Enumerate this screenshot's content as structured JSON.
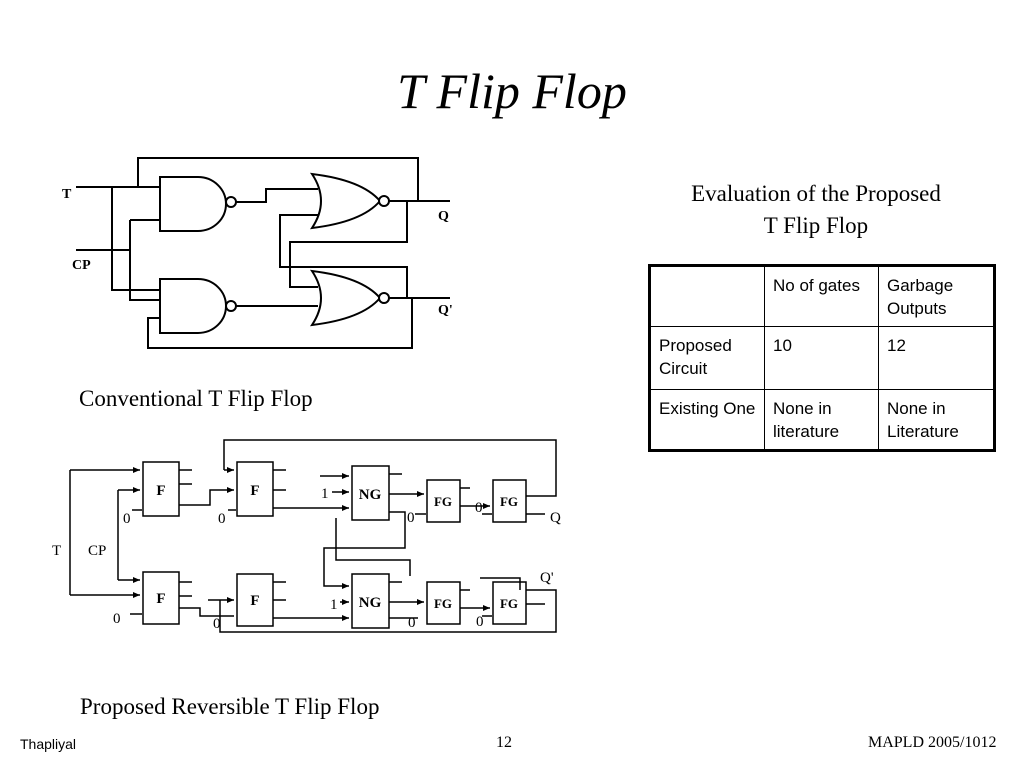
{
  "slide": {
    "title": "T  Flip Flop",
    "conventional_caption": "Conventional T Flip Flop",
    "proposed_caption": "Proposed Reversible T  Flip Flop",
    "evaluation_title_line1": "Evaluation of the Proposed",
    "evaluation_title_line2": "T  Flip Flop",
    "footer_left": "Thapliyal",
    "footer_center": "12",
    "footer_right": "MAPLD 2005/1012"
  },
  "table": {
    "headers": [
      "",
      "No of gates",
      "Garbage Outputs"
    ],
    "rows": [
      [
        "Proposed Circuit",
        "10",
        "12"
      ],
      [
        "Existing One",
        "None in literature",
        "None in Literature"
      ]
    ]
  },
  "conventional": {
    "input_t": "T",
    "input_cp": "CP",
    "output_q": "Q",
    "output_qbar": "Q'"
  },
  "reversible": {
    "input_t": "T",
    "input_cp": "CP",
    "output_q": "Q",
    "output_qbar": "Q'",
    "gate_f": "F",
    "gate_ng": "NG",
    "gate_fg": "FG",
    "const_zero": "0",
    "const_one": "1"
  }
}
